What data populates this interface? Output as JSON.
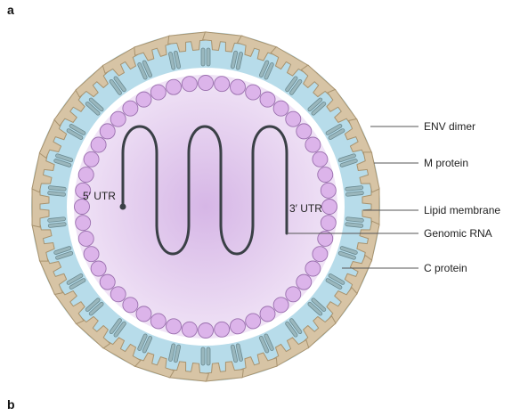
{
  "panels": {
    "a": "a",
    "b": "b"
  },
  "labels": {
    "env_dimer": "ENV dimer",
    "m_protein": "M protein",
    "lipid_membrane": "Lipid membrane",
    "genomic_rna": "Genomic RNA",
    "c_protein": "C protein",
    "utr5": "5′ UTR",
    "utr3": "3′ UTR"
  },
  "colors": {
    "env": "#d7c4a5",
    "env_stroke": "#a8936f",
    "membrane": "#b7dcea",
    "m_protein": "#9ab7bd",
    "m_protein_stroke": "#6a8a91",
    "capsid_bead": "#dcb4ea",
    "capsid_bead_stroke": "#9a6fae",
    "core_center": "#d6b6e6",
    "core_edge": "#f0e3f6",
    "rna": "#3a4046",
    "leader": "#555555"
  },
  "counts": {
    "env_units": 30,
    "capsid_beads": 48,
    "rna_waves": 3
  }
}
